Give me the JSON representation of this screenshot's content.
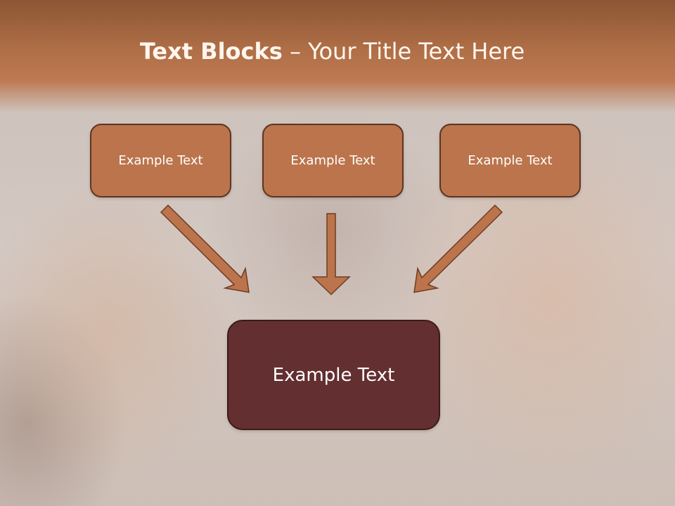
{
  "slide": {
    "title_bold": "Text Blocks",
    "title_separator": " – ",
    "title_rest": "Your Title Text Here"
  },
  "diagram": {
    "top_blocks": [
      {
        "label": "Example Text"
      },
      {
        "label": "Example Text"
      },
      {
        "label": "Example Text"
      }
    ],
    "bottom_block": {
      "label": "Example Text"
    },
    "colors": {
      "header": "#b06f47",
      "top_block_fill": "#bb744b",
      "top_block_border": "#5e3522",
      "bottom_block_fill": "#642f30",
      "arrow_fill": "#bb744b"
    }
  }
}
